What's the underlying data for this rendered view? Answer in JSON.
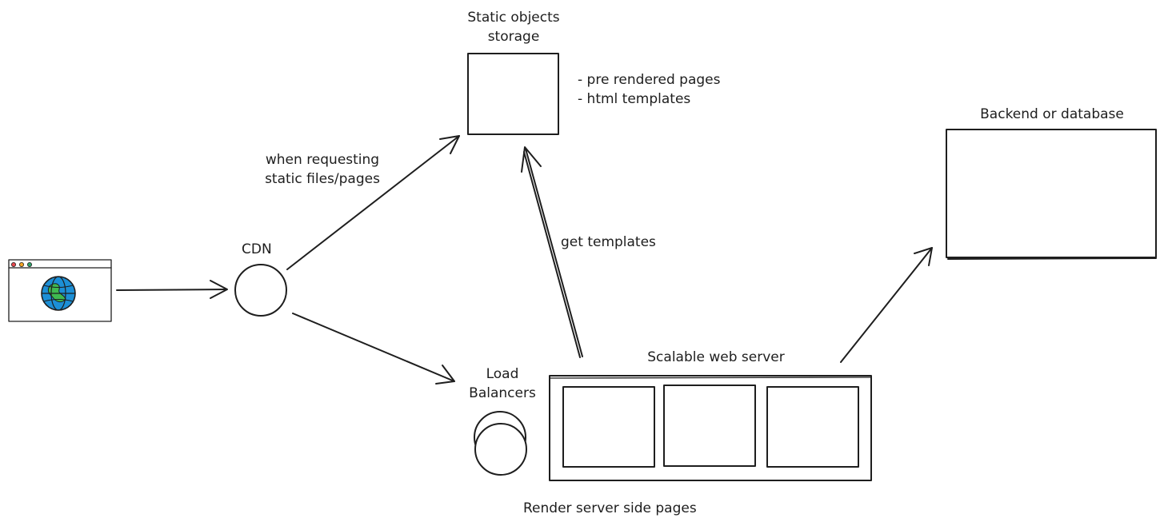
{
  "labels": {
    "storage_title_line1": "Static objects",
    "storage_title_line2": "storage",
    "storage_note_1": "- pre rendered pages",
    "storage_note_2": "- html templates",
    "backend_title": "Backend or database",
    "cdn": "CDN",
    "static_request_line1": "when requesting",
    "static_request_line2": "static files/pages",
    "get_templates": "get templates",
    "load_balancers_line1": "Load",
    "load_balancers_line2": "Balancers",
    "web_server_title": "Scalable web server",
    "render_caption": "Render server side pages"
  },
  "colors": {
    "stroke": "#1e1e1e",
    "globe_blue": "#1c8fd6",
    "globe_green": "#3fb950",
    "browser_red": "#e5484d",
    "browser_yellow": "#f5a524",
    "browser_green": "#30a46c"
  },
  "icons": {
    "browser": "browser-window-icon",
    "globe": "globe-icon"
  }
}
